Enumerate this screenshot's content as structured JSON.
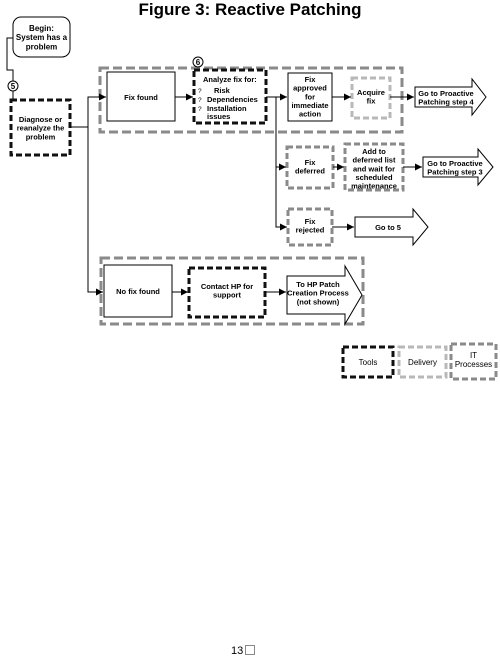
{
  "title": "Figure 3: Reactive Patching",
  "page_number": "13",
  "colors": {
    "tools_border": "#111111",
    "delivery_border": "#b8b8b8",
    "it_process_border": "#8a8a8a",
    "line": "#000000"
  },
  "step_markers": {
    "five": "5",
    "six": "6"
  },
  "nodes": {
    "begin": [
      "Begin:",
      "System has a",
      "problem"
    ],
    "diagnose": [
      "Diagnose or",
      "reanalyze the",
      "problem"
    ],
    "fix_found": [
      "Fix found"
    ],
    "analyze_heading": "Analyze fix for:",
    "analyze_bullets": [
      "Risk",
      "Dependencies",
      "Installation",
      "issues"
    ],
    "analyze_bullet_glyph": "?",
    "fix_approved": [
      "Fix",
      "approved",
      "for",
      "immediate",
      "action"
    ],
    "acquire_fix": [
      "Acquire",
      "fix"
    ],
    "fix_deferred": [
      "Fix",
      "deferred"
    ],
    "add_deferred": [
      "Add to",
      "deferred list",
      "and wait for",
      "scheduled",
      "maintenance"
    ],
    "fix_rejected": [
      "Fix",
      "rejected"
    ],
    "no_fix_found": [
      "No fix found"
    ],
    "contact_hp": [
      "Contact HP for",
      "support"
    ]
  },
  "outcomes": {
    "proactive_4": [
      "Go to Proactive",
      "Patching step 4"
    ],
    "proactive_3": [
      "Go to Proactive",
      "Patching step 3"
    ],
    "go_to_5": [
      "Go to 5"
    ],
    "hp_patch_creation": [
      "To HP Patch",
      "Creation Process",
      "(not shown)"
    ]
  },
  "legend": {
    "tools": [
      "Tools"
    ],
    "delivery": [
      "Delivery"
    ],
    "it_processes": [
      "IT",
      "Processes"
    ]
  }
}
